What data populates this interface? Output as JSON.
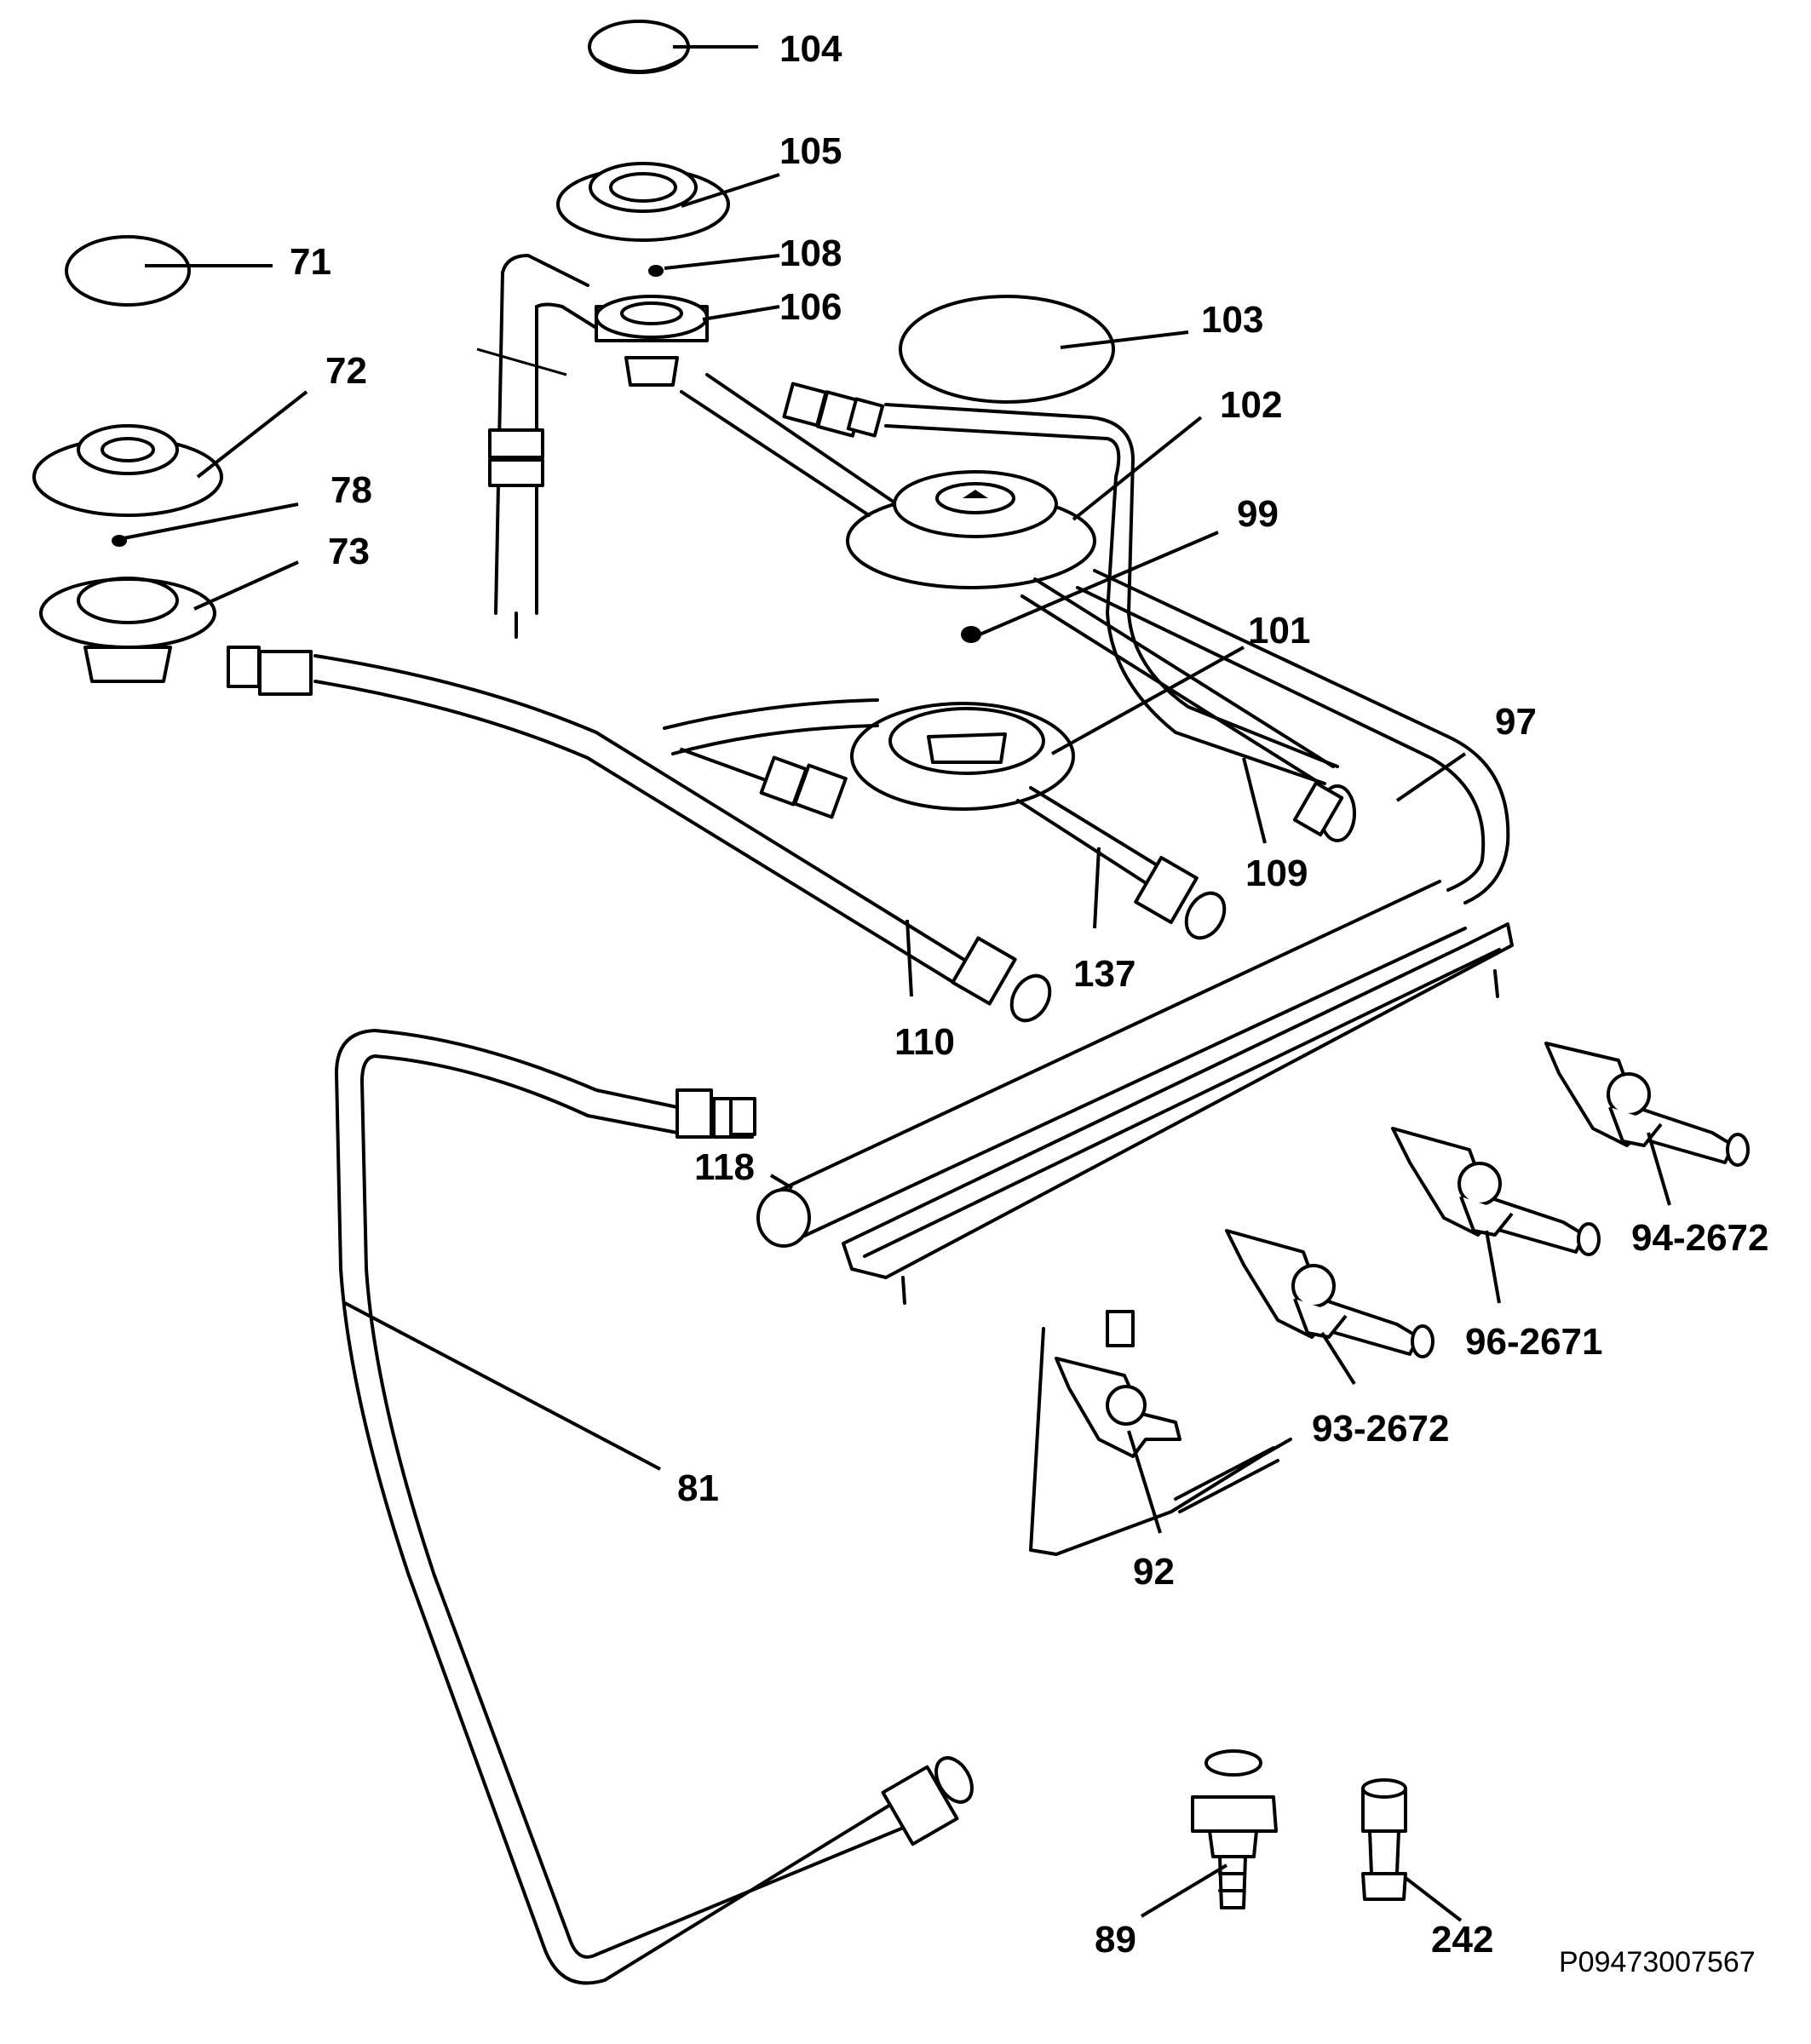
{
  "labels": {
    "p104": "104",
    "p105": "105",
    "p108": "108",
    "p106": "106",
    "p71": "71",
    "p103": "103",
    "p72": "72",
    "p102": "102",
    "p78": "78",
    "p99": "99",
    "p73": "73",
    "p101": "101",
    "p97": "97",
    "p109": "109",
    "p137": "137",
    "p110": "110",
    "p118": "118",
    "p94": "94-2672",
    "p96": "96-2671",
    "p93": "93-2672",
    "p81": "81",
    "p92": "92",
    "p89": "89",
    "p242": "242"
  },
  "reference_code": "P09473007567"
}
